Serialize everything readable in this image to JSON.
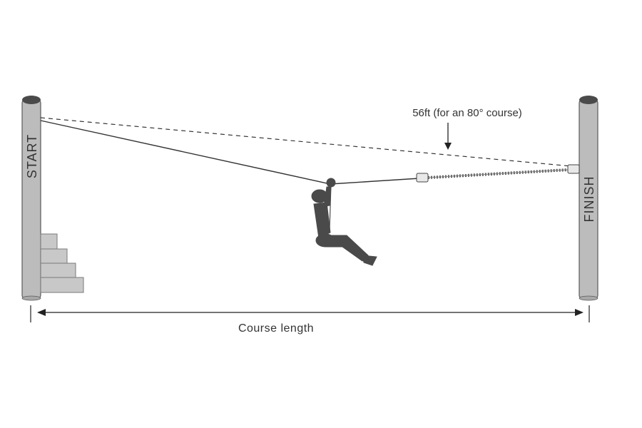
{
  "diagram": {
    "start_label": "START",
    "finish_label": "FINISH",
    "sag_label": "56ft (for an 80° course)",
    "length_label": "Course length"
  },
  "colors": {
    "pole_fill": "#b9b9b9",
    "pole_top": "#4a4a4a",
    "pole_stroke": "#5a5a5a",
    "line": "#333333",
    "figure": "#4a4a4a",
    "steps": "#c8c8c8"
  }
}
